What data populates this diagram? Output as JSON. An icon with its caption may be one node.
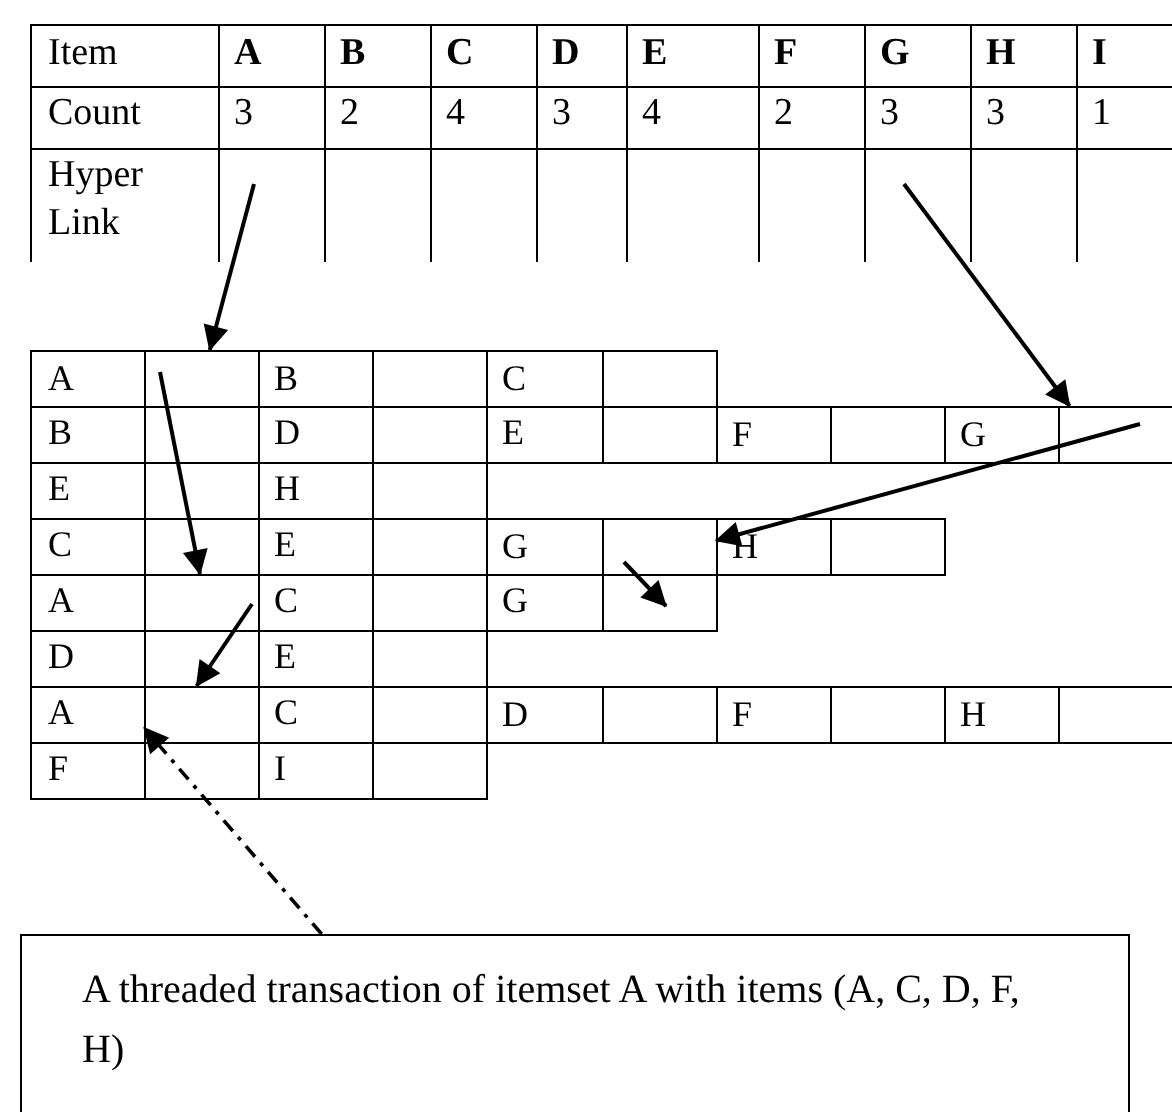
{
  "diagram": {
    "nodes": [
      {
        "text": [],
        "shape": "box"
      },
      {
        "text": [],
        "shape": "box"
      },
      {
        "text": [],
        "shape": "box"
      },
      {
        "text": [],
        "shape": "box"
      },
      {
        "text": [],
        "shape": "box"
      },
      {
        "text": [],
        "shape": "box"
      },
      {
        "text": [],
        "shape": "box"
      },
      {
        "text": [
          "A"
        ]
      },
      {
        "text": [],
        "shape": "box"
      },
      {
        "text": [
          "A threaded transaction of itemset A with items (A, C, D, F, H)"
        ]
      }
    ],
    "edges": [
      {
        "from": 0,
        "to": 2,
        "arrow": "to"
      },
      {
        "from": 1,
        "to": 3,
        "arrow": "to"
      },
      {
        "from": 2,
        "to": 5,
        "arrow": "to"
      },
      {
        "from": 3,
        "to": 4,
        "arrow": "to"
      },
      {
        "from": 4,
        "to": 6,
        "arrow": "to"
      },
      {
        "from": 5,
        "to": 8,
        "arrow": "to"
      },
      {
        "from": 9,
        "to": 7,
        "arrow": "to",
        "style": "dashed"
      }
    ],
    "labels": [
      "Item",
      "A",
      "B",
      "C",
      "D",
      "E",
      "F",
      "G",
      "H",
      "I",
      "Count",
      "3",
      "2",
      "4",
      "3",
      "4",
      "2",
      "3",
      "3",
      "1",
      "Hyper Link",
      "A",
      "B",
      "C",
      "B",
      "D",
      "E",
      "F",
      "G",
      "E",
      "H",
      "C",
      "E",
      "G",
      "H",
      "A",
      "C",
      "G",
      "D",
      "E",
      "C",
      "D",
      "F",
      "H",
      "F",
      "I"
    ]
  }
}
